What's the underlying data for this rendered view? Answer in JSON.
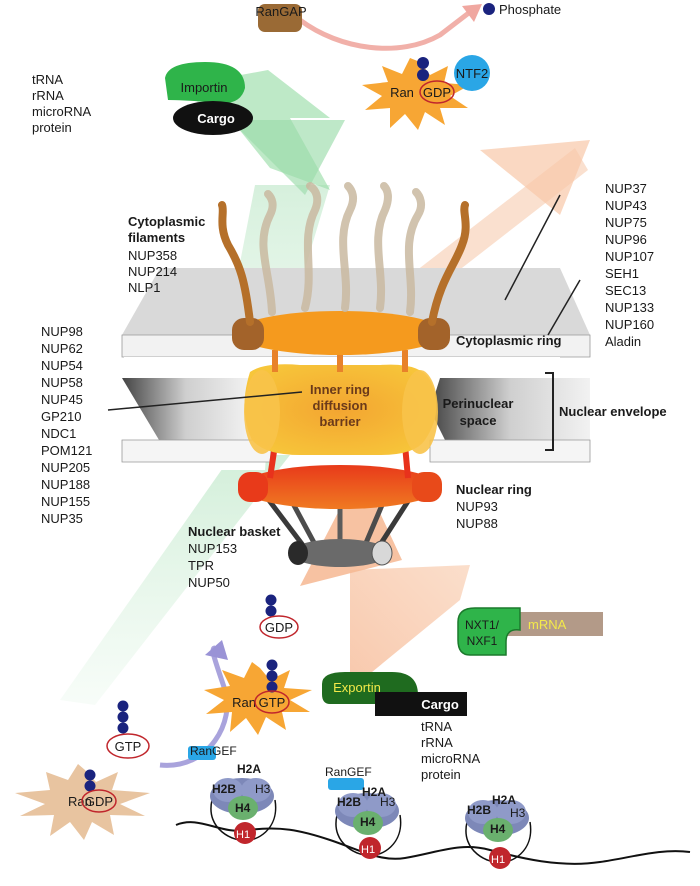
{
  "top": {
    "rangap": "RanGAP",
    "phosphate": "Phosphate",
    "importin": "Importin",
    "cargo": "Cargo",
    "ntf2": "NTF2",
    "ran": "Ran",
    "gdp": "GDP"
  },
  "cyto_cargo_list": [
    "tRNA",
    "rRNA",
    "microRNA",
    "protein"
  ],
  "cytoplasmic_filaments": {
    "title_lines": [
      "Cytoplasmic",
      "filaments"
    ],
    "nups": [
      "NUP358",
      "NUP214",
      "NLP1"
    ]
  },
  "cytoplasmic_ring": {
    "label": "Cytoplasmic ring",
    "nups": [
      "NUP37",
      "NUP43",
      "NUP75",
      "NUP96",
      "NUP107",
      "SEH1",
      "SEC13",
      "NUP133",
      "NUP160",
      "Aladin"
    ]
  },
  "inner_ring": {
    "label_lines": [
      "Inner ring",
      "diffusion",
      "barrier"
    ],
    "nups": [
      "NUP98",
      "NUP62",
      "NUP54",
      "NUP58",
      "NUP45",
      "GP210",
      "NDC1",
      "POM121",
      "NUP205",
      "NUP188",
      "NUP155",
      "NUP35"
    ]
  },
  "perinuclear": {
    "label_lines": [
      "Perinuclear",
      "space"
    ]
  },
  "nuclear_envelope": {
    "label": "Nuclear envelope"
  },
  "nuclear_ring": {
    "label": "Nuclear ring",
    "nups": [
      "NUP93",
      "NUP88"
    ]
  },
  "nuclear_basket": {
    "label": "Nuclear basket",
    "nups": [
      "NUP153",
      "TPR",
      "NUP50"
    ]
  },
  "bottom": {
    "gdp": "GDP",
    "gtp": "GTP",
    "ran": "Ran",
    "exportin": "Exportin",
    "cargo": "Cargo",
    "nxt1_lines": [
      "NXT1/",
      "NXF1"
    ],
    "mrna": "mRNA",
    "rangef": "RanGEF",
    "export_cargo_list": [
      "tRNA",
      "rRNA",
      "microRNA",
      "protein"
    ]
  },
  "histones": {
    "h2a": "H2A",
    "h2b": "H2B",
    "h3": "H3",
    "h4": "H4",
    "h1": "H1"
  },
  "colors": {
    "ring_orange": "#f59a1e",
    "nuclear_red": "#e8321c",
    "importin_green": "#2fb44a",
    "exportin_green": "#1f6b1f",
    "ran_burst": "#f7a634",
    "ntf2_blue": "#2aa6e6",
    "phosphate_navy": "#1a237e",
    "rangap_brown": "#9a6a35",
    "mrna_tan": "#b39a88"
  }
}
